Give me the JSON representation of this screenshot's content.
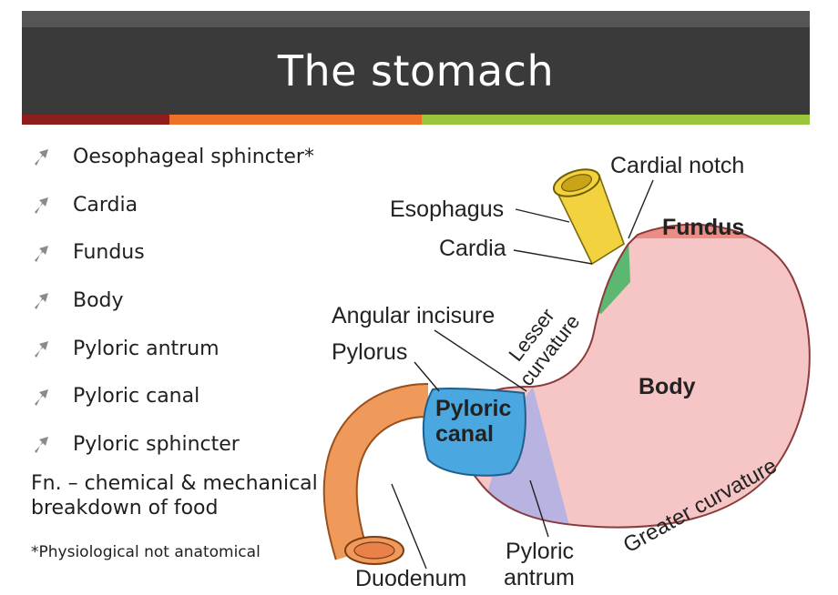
{
  "slide": {
    "title": "The stomach",
    "accent_colors": [
      "#8e1e1e",
      "#ee7127",
      "#9bc53d"
    ]
  },
  "bullets": [
    {
      "label": "Oesophageal sphincter*",
      "icon": "arrow-up-right-icon"
    },
    {
      "label": "Cardia",
      "icon": "arrow-up-right-icon"
    },
    {
      "label": "Fundus",
      "icon": "arrow-up-right-icon"
    },
    {
      "label": "Body",
      "icon": "arrow-up-right-icon"
    },
    {
      "label": "Pyloric antrum",
      "icon": "arrow-up-right-icon"
    },
    {
      "label": "Pyloric canal",
      "icon": "arrow-up-right-icon"
    },
    {
      "label": "Pyloric sphincter",
      "icon": "arrow-up-right-icon"
    }
  ],
  "function_note": {
    "line1": "Fn. – chemical & mechanical",
    "line2": "breakdown of food"
  },
  "footnote": "*Physiological not anatomical",
  "diagram": {
    "labels": {
      "cardial_notch": "Cardial notch",
      "esophagus": "Esophagus",
      "fundus": "Fundus",
      "cardia": "Cardia",
      "angular_incisure": "Angular incisure",
      "lesser_curvature_1": "Lesser",
      "lesser_curvature_2": "curvature",
      "pylorus": "Pylorus",
      "body": "Body",
      "pyloric_canal_1": "Pyloric",
      "pyloric_canal_2": "canal",
      "greater_curvature": "Greater curvature",
      "pyloric_antrum_1": "Pyloric",
      "pyloric_antrum_2": "antrum",
      "duodenum": "Duodenum"
    },
    "region_colors": {
      "body": "#f5c6c5",
      "fundus": "#e98d85",
      "esophagus": "#f2d23e",
      "cardia": "#5cb870",
      "pyloric_canal": "#4aa7e0",
      "pyloric_antrum": "#b9b3e2",
      "duodenum": "#ef9a5a"
    }
  }
}
